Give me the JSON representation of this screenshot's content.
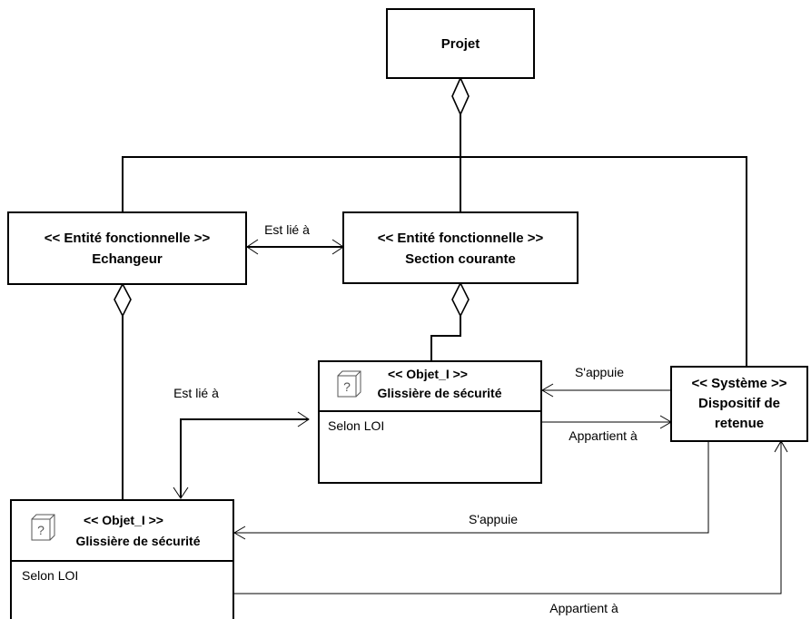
{
  "nodes": {
    "projet": {
      "title": "Projet"
    },
    "echangeur": {
      "stereotype": "<< Entité fonctionnelle >>",
      "name": "Echangeur"
    },
    "section_courante": {
      "stereotype": "<< Entité fonctionnelle >>",
      "name": "Section courante"
    },
    "glissiere_top": {
      "stereotype": "<< Objet_I >>",
      "name": "Glissière de sécurité",
      "attribute": "Selon LOI",
      "icon": "unknown-object-icon"
    },
    "glissiere_bottom": {
      "stereotype": "<< Objet_I >>",
      "name": "Glissière de sécurité",
      "attribute": "Selon LOI",
      "icon": "unknown-object-icon"
    },
    "dispositif": {
      "stereotype": "<< Système >>",
      "name_line1": "Dispositif de",
      "name_line2": "retenue"
    }
  },
  "edges": {
    "lie_a_top": "Est lié à",
    "lie_a_left": "Est lié à",
    "appuie_top": "S'appuie",
    "appartient_top": "Appartient à",
    "appuie_bottom": "S'appuie",
    "appartient_bottom": "Appartient à"
  },
  "icon_glyph": "?"
}
